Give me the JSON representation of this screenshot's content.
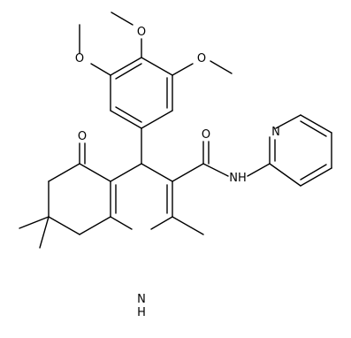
{
  "molecule": {
    "atom_labels": {
      "o_meta_left": "O",
      "o_para": "O",
      "o_meta_right": "O",
      "o_ketone": "O",
      "o_amide": "O",
      "n_amide": "NH",
      "n_pyridine": "N",
      "n_ring": "H\nN"
    },
    "nh_ring": {
      "h": "H",
      "n": "N"
    }
  },
  "colors": {
    "bond": "#000000",
    "background": "#ffffff"
  }
}
